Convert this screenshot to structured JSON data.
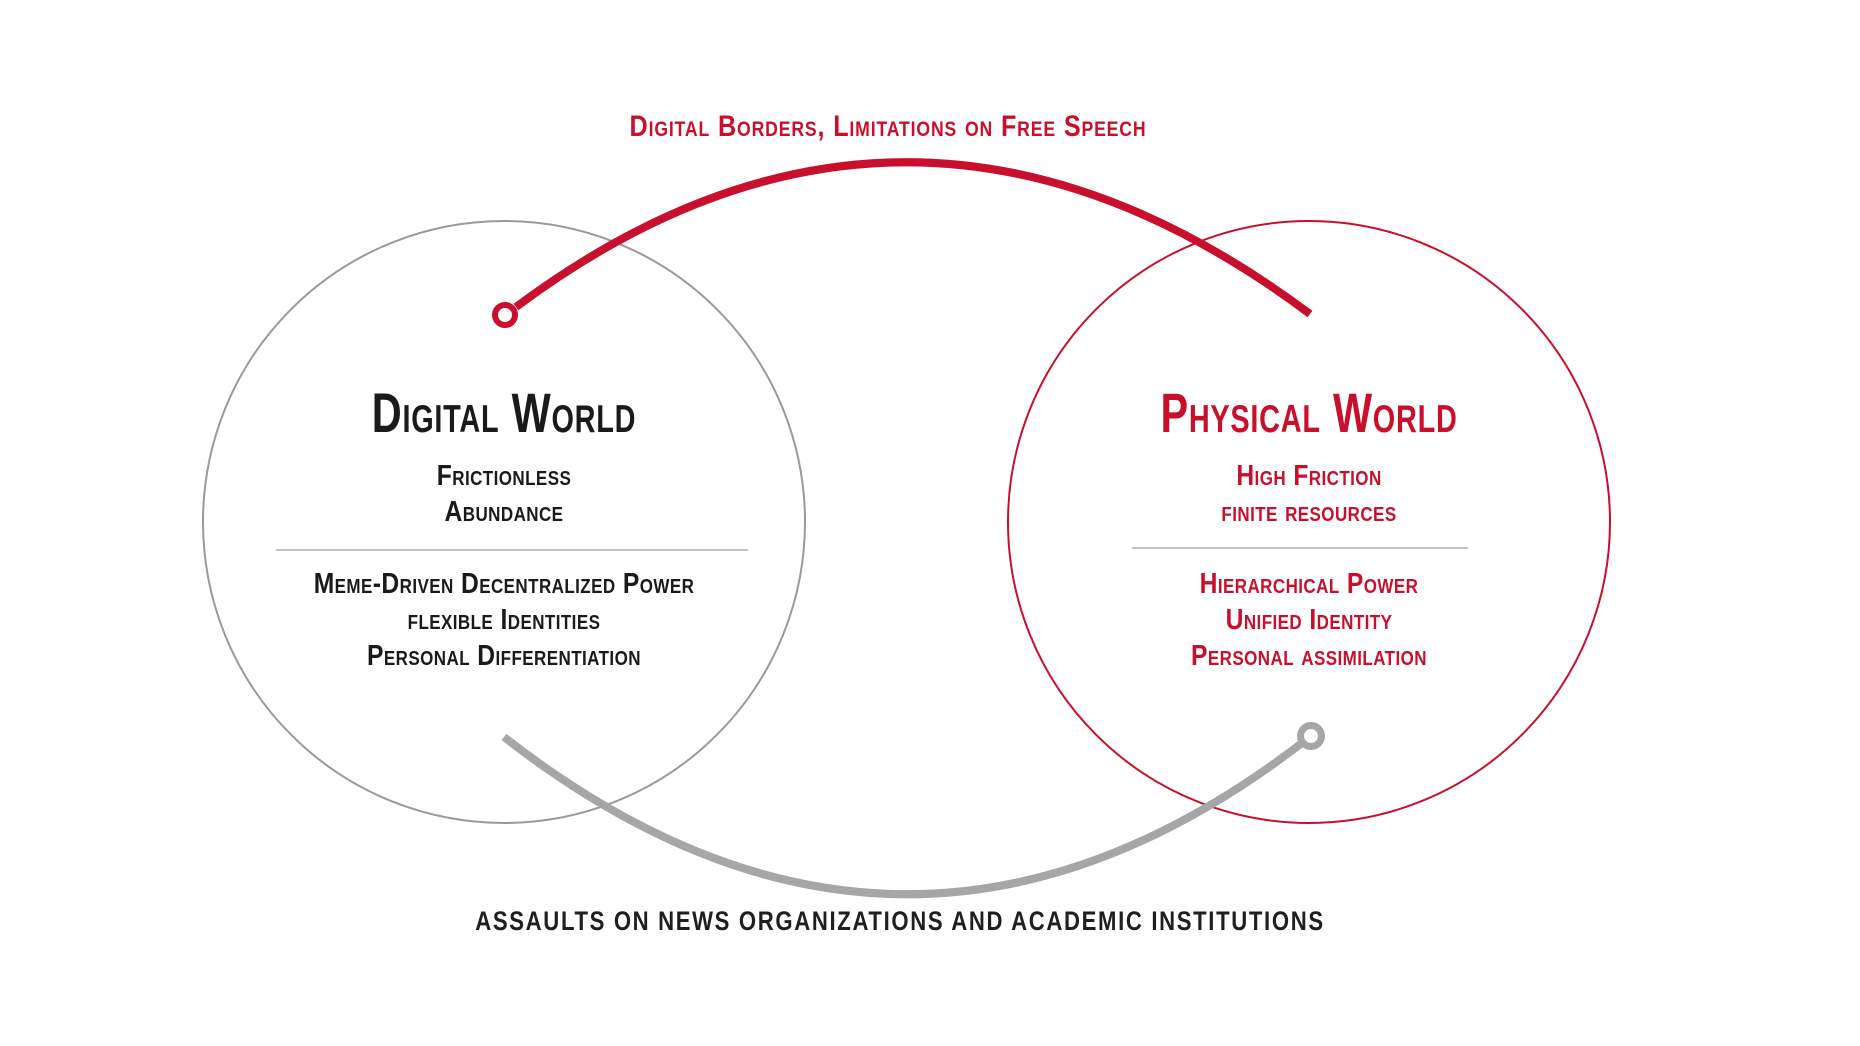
{
  "colors": {
    "red": "#C8102E",
    "thick_gray": "#A6A6A6",
    "circle_gray": "#9A9A9A",
    "divider_gray": "#C4C4C4",
    "text_dark": "#1A1A1A"
  },
  "top_connector": {
    "label": "Digital Borders, Limitations on Free Speech"
  },
  "bottom_connector": {
    "label": "ASSAULTS ON NEWS ORGANIZATIONS AND ACADEMIC INSTITUTIONS"
  },
  "digital_world": {
    "title": "Digital World",
    "traits": [
      "Frictionless",
      "Abundance"
    ],
    "items": [
      "Meme-Driven Decentralized Power",
      "flexible Identities",
      "Personal Differentiation"
    ]
  },
  "physical_world": {
    "title": "Physical World",
    "traits": [
      "High Friction",
      "finite resources"
    ],
    "items": [
      "Hierarchical Power",
      "Unified Identity",
      "Personal assimilation"
    ]
  }
}
